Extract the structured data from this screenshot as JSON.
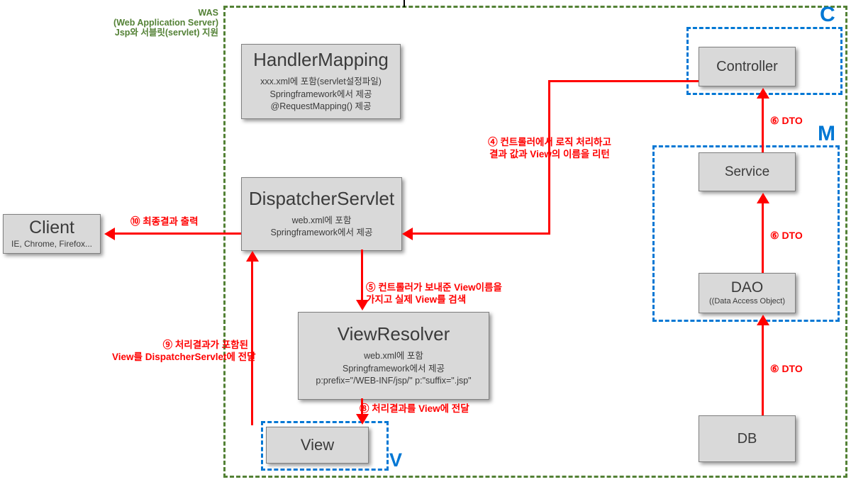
{
  "was": {
    "line1": "WAS",
    "line2": "(Web Application Server)",
    "line3": "Jsp와 서블릿(servlet) 지원"
  },
  "region_labels": {
    "controller": "C",
    "model": "M",
    "view": "V"
  },
  "boxes": {
    "handler_mapping": {
      "title": "HandlerMapping",
      "lines": [
        "xxx.xml에 포함(servlet설정파일)",
        "Springframework에서 제공",
        "@RequestMapping() 제공"
      ]
    },
    "dispatcher_servlet": {
      "title": "DispatcherServlet",
      "lines": [
        "web.xml에 포함",
        "Springframework에서 제공"
      ]
    },
    "client": {
      "title": "Client",
      "subtitle": "IE, Chrome, Firefox..."
    },
    "view_resolver": {
      "title": "ViewResolver",
      "lines": [
        "web.xml에 포함",
        "Springframework에서 제공",
        "p:prefix=\"/WEB-INF/jsp/\" p:\"suffix=\".jsp\""
      ]
    },
    "view": {
      "title": "View"
    },
    "controller": {
      "title": "Controller"
    },
    "service": {
      "title": "Service"
    },
    "dao": {
      "title": "DAO",
      "subtitle": "((Data Access Object)"
    },
    "db": {
      "title": "DB"
    }
  },
  "arrow_labels": {
    "step4_line1": "④ 컨트롤러에서 로직 처리하고",
    "step4_line2": "결과 값과 View의 이름을 리턴",
    "step5_line1": "⑤ 컨트롤러가 보내준 View이름을",
    "step5_line2": "가지고 실제 View를 검색",
    "step8": "⑧ 처리결과를 View에 전달",
    "step9_line1": "⑨ 처리결과가 포함된",
    "step9_line2": "View를 DispatcherServlet에 전달",
    "step10": "⑩ 최종결과 출력",
    "dto_service_to_controller": "⑥ DTO",
    "dto_dao_to_service": "⑥ DTO",
    "dto_db_to_dao": "⑥ DTO"
  },
  "colors": {
    "accent_red": "#ff0000",
    "accent_green": "#538135",
    "accent_blue": "#0077d4",
    "box_fill": "#d9d9d9"
  }
}
